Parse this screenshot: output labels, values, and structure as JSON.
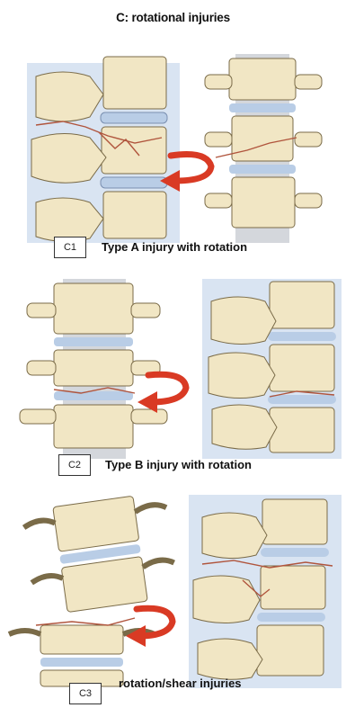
{
  "title": "C: rotational injuries",
  "panels": [
    {
      "tag": "C1",
      "caption": "Type A injury with rotation"
    },
    {
      "tag": "C2",
      "caption": "Type B injury with rotation"
    },
    {
      "tag": "C3",
      "caption": "rotation/shear injuries"
    }
  ],
  "colors": {
    "bone": "#f1e6c4",
    "bone_outline": "#7a6b48",
    "disc": "#b9cde6",
    "cord": "#d4d7dc",
    "fracture": "#b0553d",
    "arrow": "#d93a24"
  },
  "icons": [
    "rotation-arrow-icon"
  ]
}
